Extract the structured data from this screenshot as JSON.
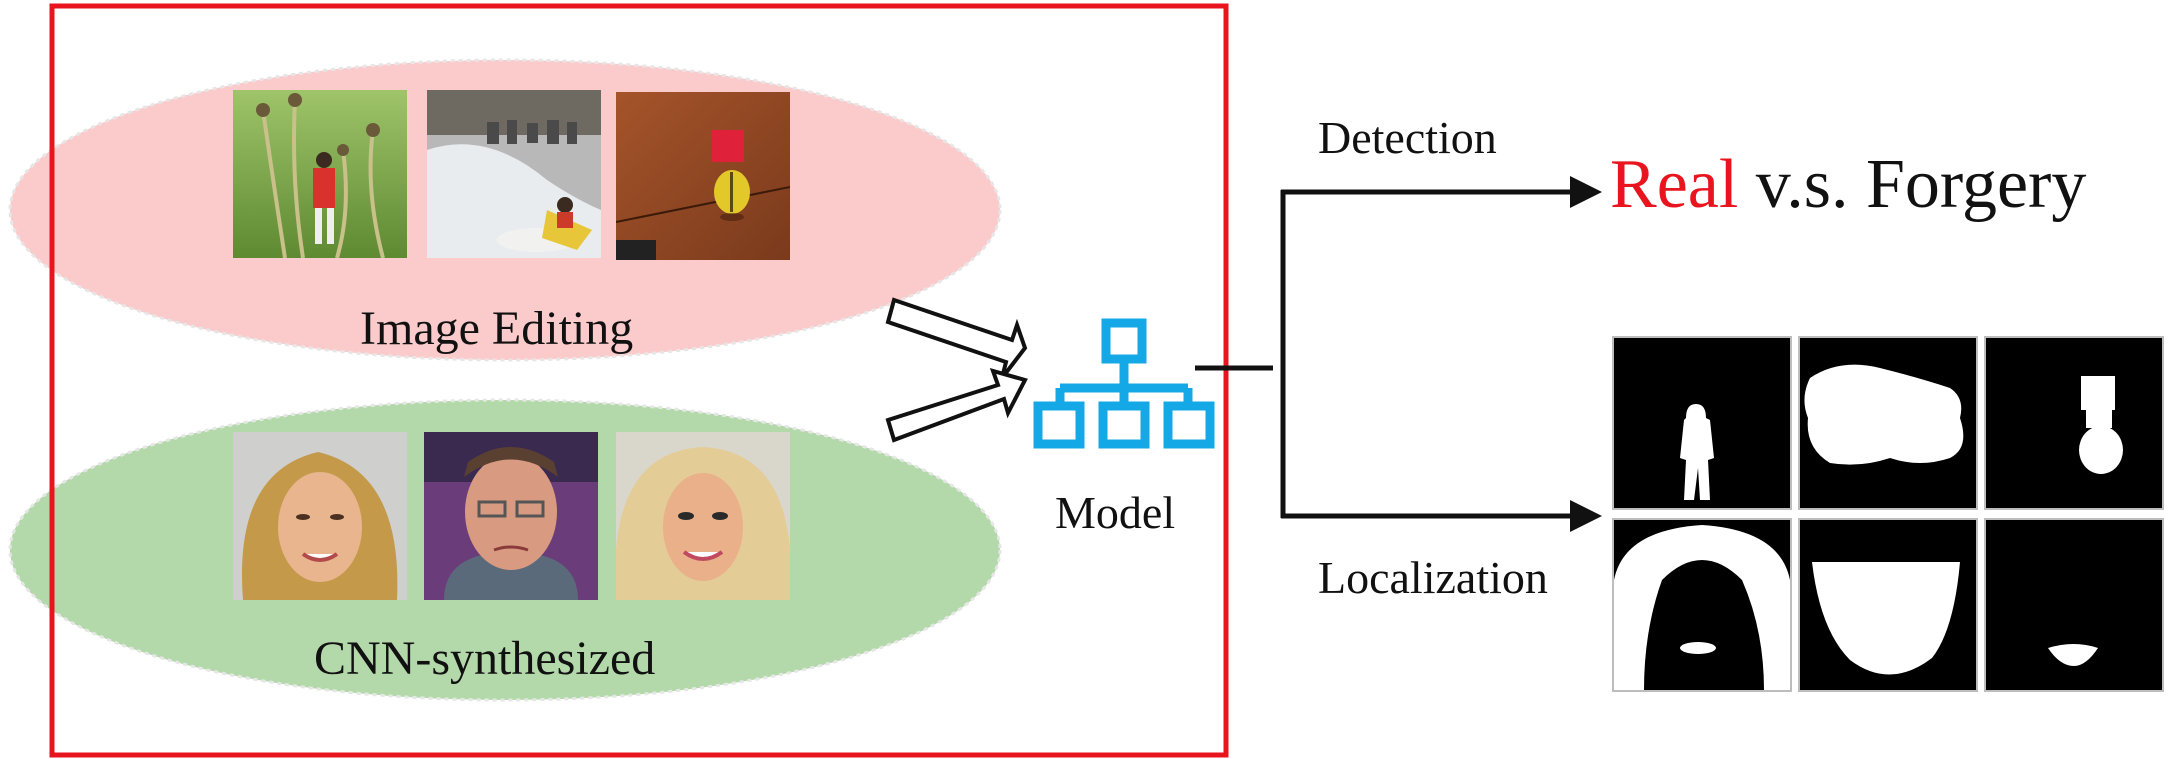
{
  "groups": {
    "image_editing": {
      "label": "Image Editing"
    },
    "cnn_synthesized": {
      "label": "CNN-synthesized"
    }
  },
  "model": {
    "label": "Model",
    "icon": "network-hierarchy-icon"
  },
  "branches": {
    "detection": {
      "label": "Detection"
    },
    "localization": {
      "label": "Localization"
    }
  },
  "result": {
    "real": "Real",
    "vs": "v.s.",
    "forgery": "Forgery"
  },
  "colors": {
    "frame": "#e8141e",
    "editing_ellipse": "#fbcbcc",
    "cnn_ellipse": "#b3d9aa",
    "model_icon": "#14a8e6",
    "real_text": "#e8141e",
    "arrow": "#111111"
  }
}
